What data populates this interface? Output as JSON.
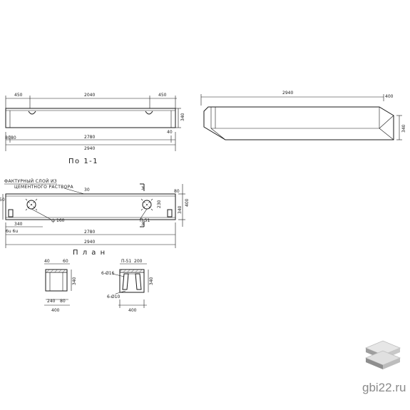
{
  "elevation": {
    "title": "По 1-1",
    "dims": {
      "end_left": "450",
      "middle": "2040",
      "end_right": "450",
      "height": "340",
      "inner_length": "2780",
      "total_length": "2940",
      "small_left": "80",
      "small_right": "80",
      "chamfer": "40"
    }
  },
  "side_view": {
    "dims": {
      "length": "2940",
      "top": "400",
      "height": "340"
    }
  },
  "plan": {
    "title": "План",
    "note": "Фактурный слой из цементного раствора",
    "dims": {
      "thickness": "30",
      "section_mark_top": "3",
      "section_mark_bottom": "3",
      "width": "400",
      "inner_a": "230",
      "inner_b": "340",
      "edge": "80",
      "hole": "ф 160",
      "loop": "П-51",
      "left_gap": "340",
      "left_small": "6",
      "inner_length": "2780",
      "total_length": "2940"
    }
  },
  "sections": {
    "left": {
      "top_left": "40",
      "top_right": "60",
      "height": "340",
      "bottom_a": "240",
      "bottom_b": "80",
      "width": "400"
    },
    "right": {
      "loop": "П-51",
      "top": "200",
      "rebar_a": "6-Ø16",
      "rebar_b": "6-Ø10",
      "height": "340",
      "width": "400"
    }
  },
  "watermark": {
    "text": "gbi22.ru"
  }
}
